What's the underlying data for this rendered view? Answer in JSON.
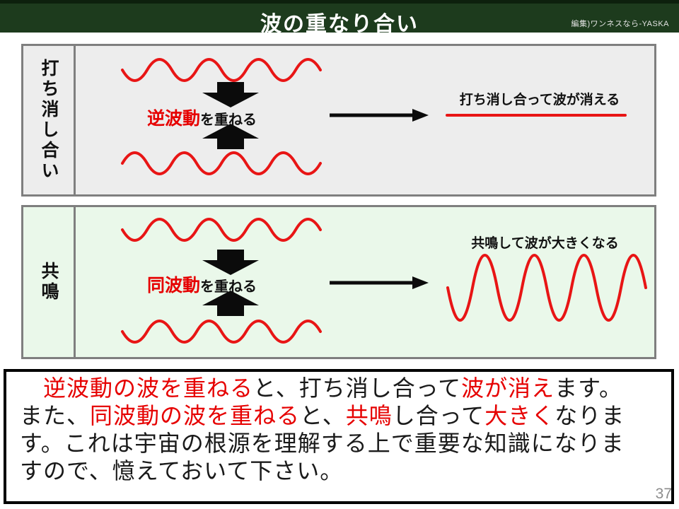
{
  "header": {
    "title": "波の重なり合い",
    "credit": "編集)ワンネスなら-YASKA"
  },
  "panels": [
    {
      "id": "cancel-out",
      "label": "打ち消し合い",
      "overlay_label": {
        "red": "逆波動",
        "black": "を重ねる"
      },
      "result_caption": "打ち消し合って波が消える",
      "result_type": "flat-line"
    },
    {
      "id": "resonance",
      "label": "共鳴",
      "overlay_label": {
        "red": "同波動",
        "black": "を重ねる"
      },
      "result_caption": "共鳴して波が大きくなる",
      "result_type": "large-wave"
    }
  ],
  "paragraph": {
    "lines": [
      [
        {
          "text": "　",
          "red": false
        },
        {
          "text": "逆波動の波を重ねる",
          "red": true
        },
        {
          "text": "と、打ち消し合って",
          "red": false
        },
        {
          "text": "波が消え",
          "red": true
        },
        {
          "text": "ます。",
          "red": false
        }
      ],
      [
        {
          "text": "また、",
          "red": false
        },
        {
          "text": "同波動の波を重ねる",
          "red": true
        },
        {
          "text": "と、",
          "red": false
        },
        {
          "text": "共鳴",
          "red": true
        },
        {
          "text": "し合って",
          "red": false
        },
        {
          "text": "大きく",
          "red": true
        },
        {
          "text": "なりま",
          "red": false
        }
      ],
      [
        {
          "text": "す。これは宇宙の根源を理解する上で重要な知識になりま",
          "red": false
        }
      ],
      [
        {
          "text": "すので、憶えておいて下さい。",
          "red": false
        }
      ]
    ]
  },
  "page_number": "37",
  "colors": {
    "wave_red": "#e81515",
    "text_red": "#e60000",
    "header_bg": "#1d3b1d",
    "header_top": "#0d200d",
    "panel_cancel_bg": "#ededed",
    "panel_resonance_bg": "#eaf8ea",
    "border_gray": "#7f7f7f",
    "note_border": "#000000",
    "page_num": "#8c8c8c"
  }
}
